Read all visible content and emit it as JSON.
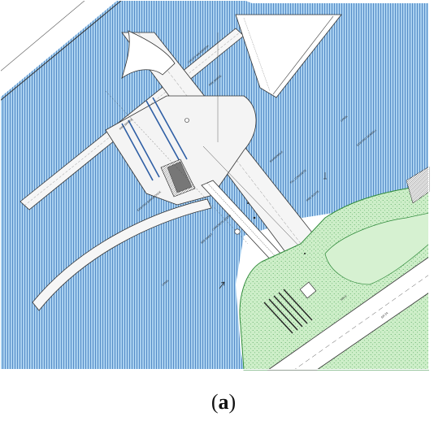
{
  "figure": {
    "caption_letter": "a",
    "caption_open": "(",
    "caption_close": ")"
  },
  "colors": {
    "water_blue": "#9cc7ea",
    "water_line": "#5a8fc9",
    "land_green": "#c9ecc4",
    "land_line": "#3f9a48",
    "road": "#ffffff",
    "structure": "#f3f3f3",
    "linework": "#222222"
  },
  "drawing": {
    "labels": [
      "CHILD'S WAVEBREAK",
      "PIPE BARGE",
      "PIPE BRIDGE",
      "BOARDWALK",
      "CONCRETE STEPS",
      "FILL CONCRETE",
      "PIPE ROUTE",
      "CANAL",
      "EXISTING SEAWALL",
      "EXISTING BARGE DOCK",
      "SEE SHEET",
      "WALK",
      "SR 24"
    ]
  }
}
